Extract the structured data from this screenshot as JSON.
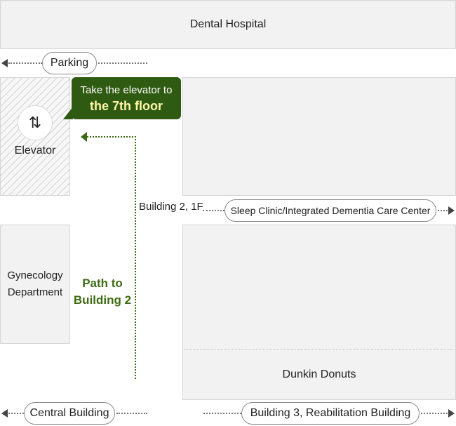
{
  "dental_hospital": {
    "label": "Dental Hospital"
  },
  "parking": {
    "label": "Parking"
  },
  "elevator": {
    "label": "Elevator",
    "icon": "up-down-arrows-icon",
    "icon_glyph": "⇅"
  },
  "callout": {
    "line1": "Take the elevator to",
    "line2": "the 7th floor"
  },
  "building2_label": "Building 2, 1F",
  "sleep_clinic": {
    "label": "Sleep Clinic/Integrated Dementia Care Center"
  },
  "gynecology": {
    "line1": "Gynecology",
    "line2": "Department"
  },
  "path": {
    "line1": "Path to",
    "line2": "Building 2"
  },
  "dunkin": {
    "label": "Dunkin Donuts"
  },
  "central_building": {
    "label": "Central Building"
  },
  "building3": {
    "label": "Building 3, Reabilitation Building"
  },
  "colors": {
    "path_green": "#3d6b12",
    "callout_bg": "#2f5a12",
    "callout_highlight": "#fff6a8",
    "block_fill": "#f2f2f2",
    "block_border": "#d6d6d6"
  }
}
